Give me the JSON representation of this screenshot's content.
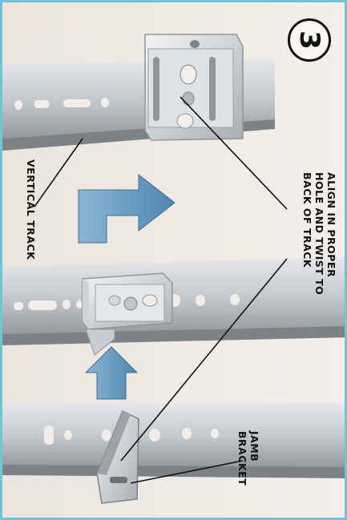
{
  "step_number": "3",
  "labels": {
    "instruction": "ALIGN IN PROPER\nHOLE AND TWIST TO\nBACK OF TRACK",
    "vertical_track": "VERTICAL TRACK",
    "jamb_bracket": "JAMB\nBRACKET"
  },
  "colors": {
    "border": "#6fc4d8",
    "background": "#f2ede8",
    "track": "#c8ccd0",
    "arrow": "#5e97bf",
    "text": "#111111"
  },
  "icons": [
    "step-number-badge",
    "arrow-right-up",
    "arrow-up",
    "bracket"
  ]
}
